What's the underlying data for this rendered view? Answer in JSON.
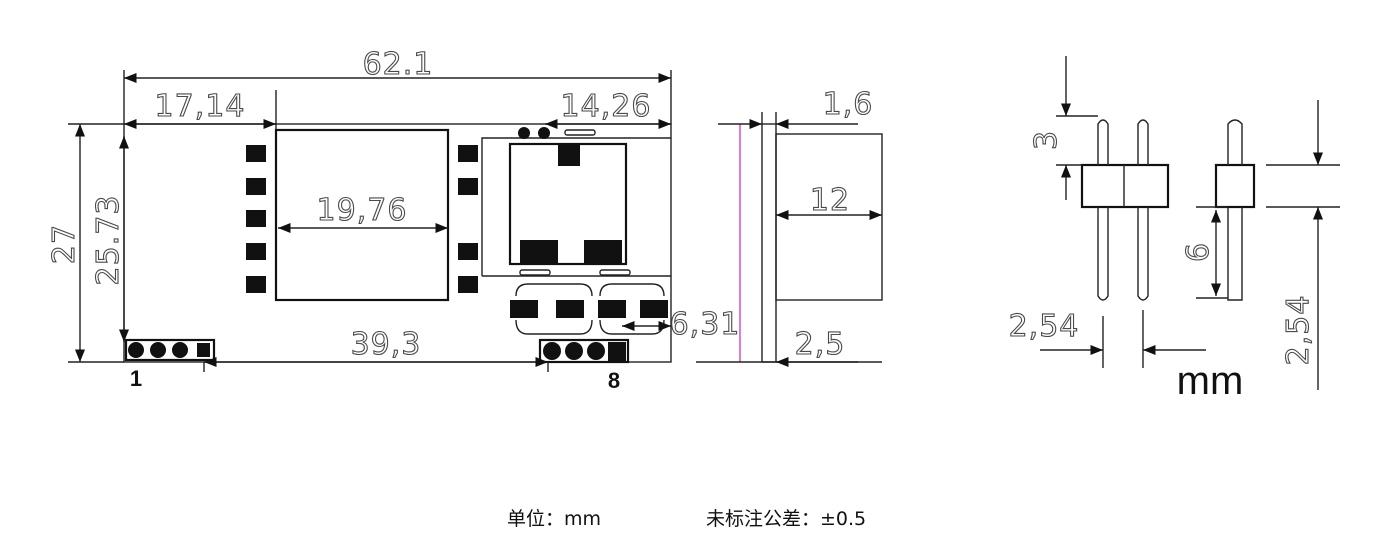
{
  "front_view": {
    "overall_width": "62.1",
    "left_offset": "17,14",
    "right_offset": "14,26",
    "inner_width": "19,76",
    "bottom_span": "39,3",
    "total_height": "27",
    "inner_height": "25.73",
    "right_gap": "6,31",
    "pin_first": "1",
    "pin_last": "8"
  },
  "side_view": {
    "thickness": "1,6",
    "component_height": "12",
    "offset": "2,5"
  },
  "pin_header_view": {
    "top_length": "3",
    "mid_length": "6",
    "pitch_horizontal": "2,54",
    "pitch_vertical": "2,54",
    "unit": "mm"
  },
  "footer": {
    "unit_note": "单位：mm",
    "tolerance_note": "未标注公差：±0.5"
  },
  "colors": {
    "line": "#222222",
    "pad": "#111111",
    "board_edge_accent": "#cc44cc"
  }
}
